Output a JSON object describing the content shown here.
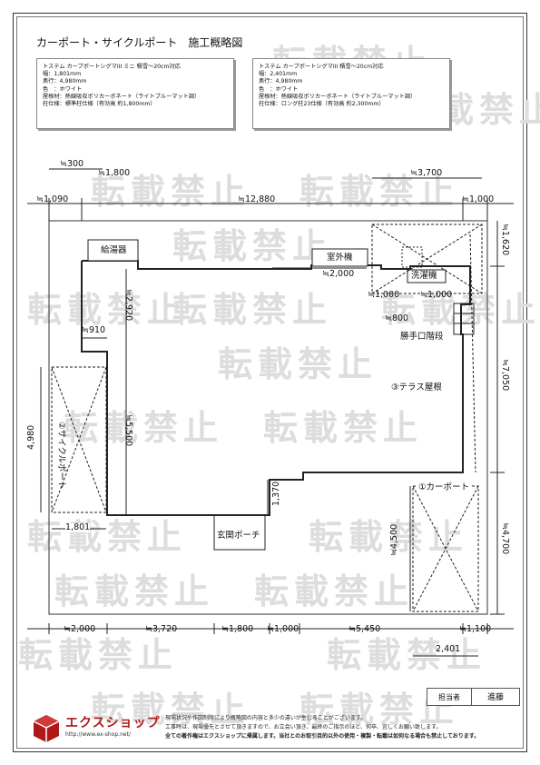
{
  "title": "カーポート・サイクルポート　施工概略図",
  "watermark": "転載禁止",
  "spec_left": {
    "line1": "トステム カーブポートシグマIII ミニ 積雪～20cm対応",
    "line2": "幅：1,801mm",
    "line3": "奥行：4,980mm",
    "line4": "色　：ホワイト",
    "line5": "屋根材：熱線吸収ポリカーボネート（ライトブルーマット調）",
    "line6": "柱仕様：標準柱仕様（有効高 約1,800mm）"
  },
  "spec_right": {
    "line1": "トステム カーブポートシグマIII 積雪～20cm対応",
    "line2": "幅：2,401mm",
    "line3": "奥行：4,980mm",
    "line4": "色　：ホワイト",
    "line5": "屋根材：熱線吸収ポリカーボネート（ライトブルーマット調）",
    "line6": "柱仕様：ロング柱23仕様（有効高 約2,300mm）"
  },
  "labels": {
    "water_heater": "給湯器",
    "outdoor_unit": "室外機",
    "washer": "洗濯機",
    "kitchen_steps": "勝手口階段",
    "terrace_roof": "③テラス屋根",
    "carport": "①カーポート",
    "cycleport": "②サイクルポート",
    "entrance_porch": "玄関ポーチ"
  },
  "dims": {
    "top_300": "≒300",
    "top_1800": "≒1,800",
    "top_3700": "≒3,700",
    "top_1090": "≒1,090",
    "top_12880": "≒12,880",
    "top_1000": "≒1,000",
    "r_1620": "≒1,620",
    "r_7050": "≒7,050",
    "r_4700": "≒4,700",
    "oh_2000": "≒2,000",
    "w_1000a": "≒1,000",
    "w_1000b": "≒1,000",
    "w_800": "≒800",
    "wh_2920": "≒2,920",
    "wh_910": "≒910",
    "cyc_5500": "≒5,500",
    "cyc_4980": "4,980",
    "cyc_1801": "1,801",
    "porch_1370": "1,370",
    "car_4500": "≒4,500",
    "b_2000": "≒2,000",
    "b_3720": "≒3,720",
    "b_1800": "≒1,800",
    "b_1000": "≒1,000",
    "b_5450": "≒5,450",
    "b_1100": "≒1,100",
    "b_2401": "2,401"
  },
  "sign": {
    "label": "担当者",
    "name": "進藤"
  },
  "footer": {
    "brand": "エクスショップ",
    "url": "http://www.ex-shop.net/",
    "note1": "現場状況や作図制限により概略図の内容と多少の違いが生じることがございます。",
    "note2": "工事時は、現場優先とさせて頂きますので、お立会い頂き、最終のご指示のほど、何卒、宜しくお願い致します。",
    "note3": "全ての著作権はエクスショップに帰属します。当社とのお取引目的以外の使用・複製・転載は如何なる場合も禁止しております。"
  },
  "colors": {
    "brand": "#b01818",
    "watermark": "#dddddd",
    "line": "#222222"
  }
}
